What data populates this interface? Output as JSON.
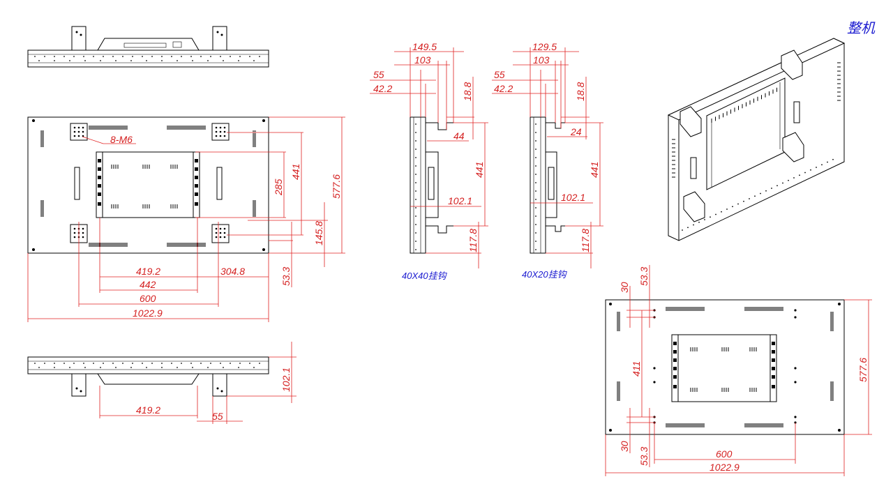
{
  "title": "整机",
  "front": {
    "dims": {
      "a": "419.2",
      "b": "304.8",
      "c": "442",
      "d": "600",
      "e": "1022.9",
      "f": "285",
      "g": "441",
      "h": "577.6",
      "i": "145.8",
      "j": "53.3",
      "screw": "8-M6"
    }
  },
  "top": {
    "dims": {
      "a": "419.2",
      "b": "55",
      "c": "102.1"
    }
  },
  "hook1": {
    "caption": "40X40挂钩",
    "dims": {
      "w1": "149.5",
      "w2": "103",
      "w3": "55",
      "w4": "42.2",
      "v1": "18.8",
      "h1": "44",
      "v2": "441",
      "h2": "102.1",
      "v3": "117.8"
    }
  },
  "hook2": {
    "caption": "40X20挂钩",
    "dims": {
      "w1": "129.5",
      "w2": "103",
      "w3": "55",
      "w4": "42.2",
      "v1": "18.8",
      "h1": "24",
      "v2": "441",
      "h2": "102.1",
      "v3": "117.8"
    }
  },
  "rear": {
    "dims": {
      "a": "30",
      "b": "53.3",
      "c": "411",
      "d": "577.6",
      "e": "30",
      "f": "53.3",
      "g": "600",
      "h": "1022.9"
    }
  },
  "colors": {
    "dimension": "#d41f1f",
    "caption": "#1a1ad0",
    "outline": "#000000"
  }
}
